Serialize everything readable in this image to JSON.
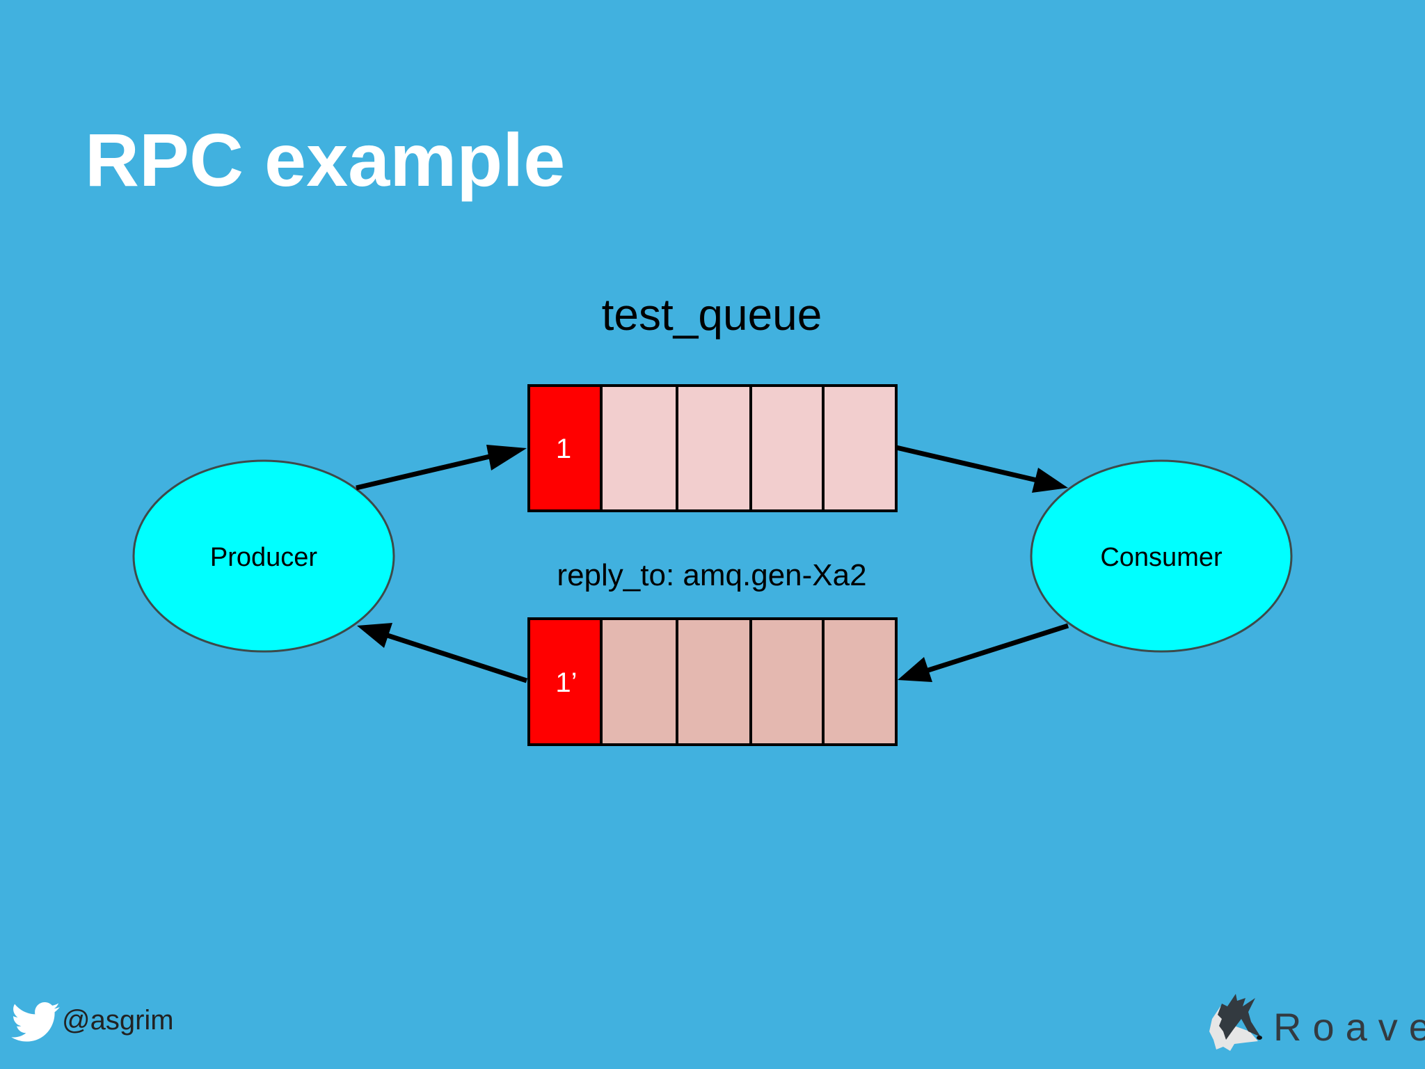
{
  "title": "RPC example",
  "queue_name": "test_queue",
  "reply_label": "reply_to: amq.gen-Xa2",
  "nodes": {
    "producer": "Producer",
    "consumer": "Consumer"
  },
  "request_queue": {
    "message": "1",
    "empty_slots": 4
  },
  "reply_queue": {
    "message": "1’",
    "empty_slots": 4
  },
  "footer": {
    "twitter_handle": "@asgrim",
    "logo_text": "Roave"
  },
  "colors": {
    "background": "#41b1df",
    "node_fill": "#00ffff",
    "message_fill": "#ff0000",
    "request_slot": "#f2cece",
    "reply_slot": "#e4b8b0"
  }
}
